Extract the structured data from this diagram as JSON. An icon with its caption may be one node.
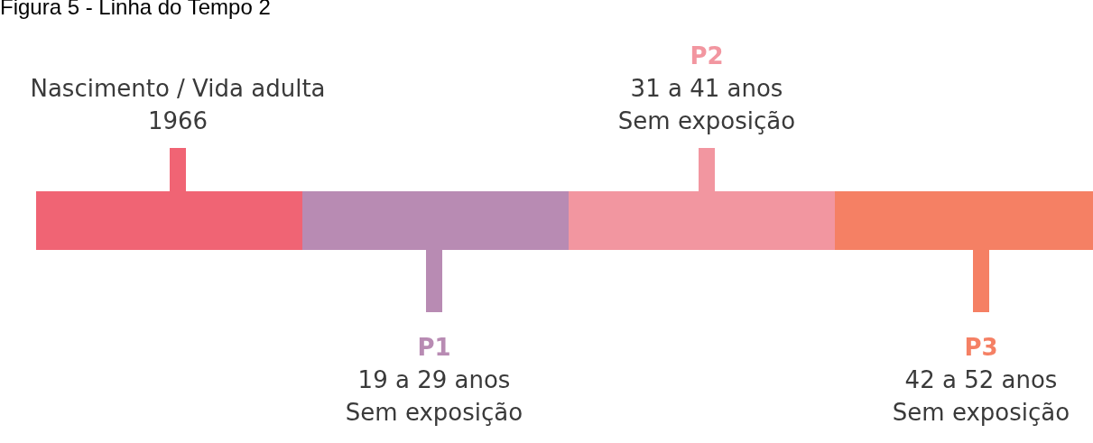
{
  "diagram": {
    "title": "Figura 5 - Linha do Tempo 2",
    "nodes": [
      {
        "text": [
          "Nascimento / Vida adulta",
          "1966"
        ]
      },
      {
        "text": [
          "P2",
          "31 a 41 anos",
          "Sem exposição"
        ]
      },
      {
        "text": [],
        "shape": "bar"
      },
      {
        "text": [],
        "shape": "bar"
      },
      {
        "text": [],
        "shape": "bar"
      },
      {
        "text": [],
        "shape": "bar"
      },
      {
        "text": [
          "P1",
          "19 a 29 anos",
          "Sem exposição"
        ]
      },
      {
        "text": [
          "P3",
          "42 a 52 anos",
          "Sem exposição"
        ]
      }
    ],
    "edges": [
      {
        "from": 2,
        "to": 0,
        "arrow": "none",
        "color": "#f06474"
      },
      {
        "from": 4,
        "to": 1,
        "arrow": "none",
        "color": "#f296a0"
      },
      {
        "from": 3,
        "to": 6,
        "arrow": "none",
        "color": "#b88bb3"
      },
      {
        "from": 5,
        "to": 7,
        "arrow": "none",
        "color": "#f58064"
      }
    ]
  }
}
